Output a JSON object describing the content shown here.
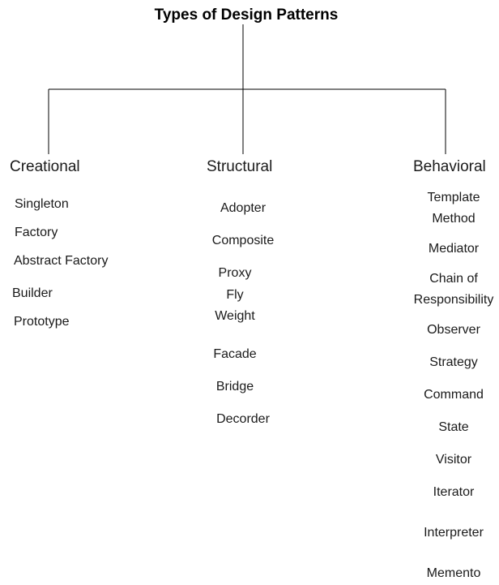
{
  "title": "Types of Design Patterns",
  "categories": {
    "creational": {
      "label": "Creational",
      "items": [
        "Singleton",
        "Factory",
        "Abstract Factory",
        "Builder",
        "Prototype"
      ]
    },
    "structural": {
      "label": "Structural",
      "items": [
        "Adopter",
        "Composite",
        "Proxy",
        "Fly",
        "Weight",
        "Facade",
        "Bridge",
        "Decorder"
      ]
    },
    "behavioral": {
      "label": "Behavioral",
      "items": [
        "Template",
        "Method",
        "Mediator",
        "Chain of",
        "Responsibility",
        "Observer",
        "Strategy",
        "Command",
        "State",
        "Visitor",
        "Iterator",
        "Interpreter",
        "Memento"
      ]
    }
  },
  "colors": {
    "line": "#000000",
    "text": "#1a1a1a"
  }
}
